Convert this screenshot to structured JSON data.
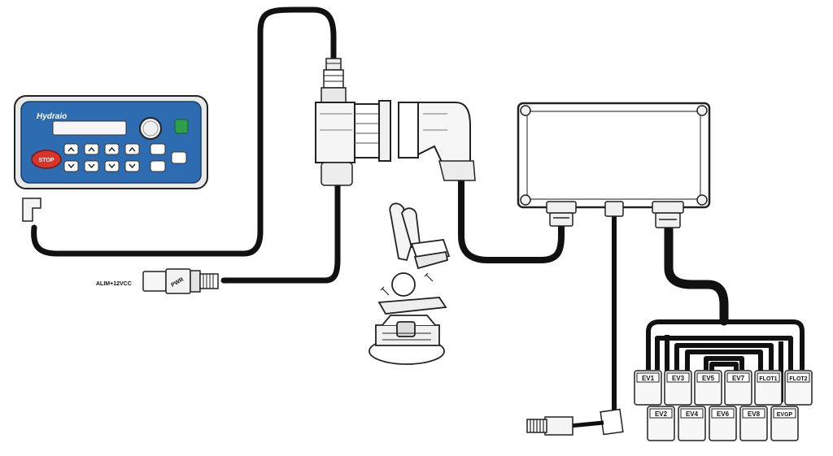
{
  "console": {
    "brand": "Hydraio",
    "stop_label": "STOP"
  },
  "power_label": "ALIM+12VCC",
  "power_plug_text": "PWR",
  "valves_top": [
    "EV1",
    "EV3",
    "EV5",
    "EV7",
    "FLOT1",
    "FLOT2"
  ],
  "valves_bottom": [
    "EV2",
    "EV4",
    "EV6",
    "EV8",
    "EVGP"
  ],
  "colors": {
    "console_body": "#2d6cb0",
    "cable": "#111111",
    "outline": "#222222",
    "stop_button": "#d9342b",
    "green_button": "#2e9e4a"
  }
}
